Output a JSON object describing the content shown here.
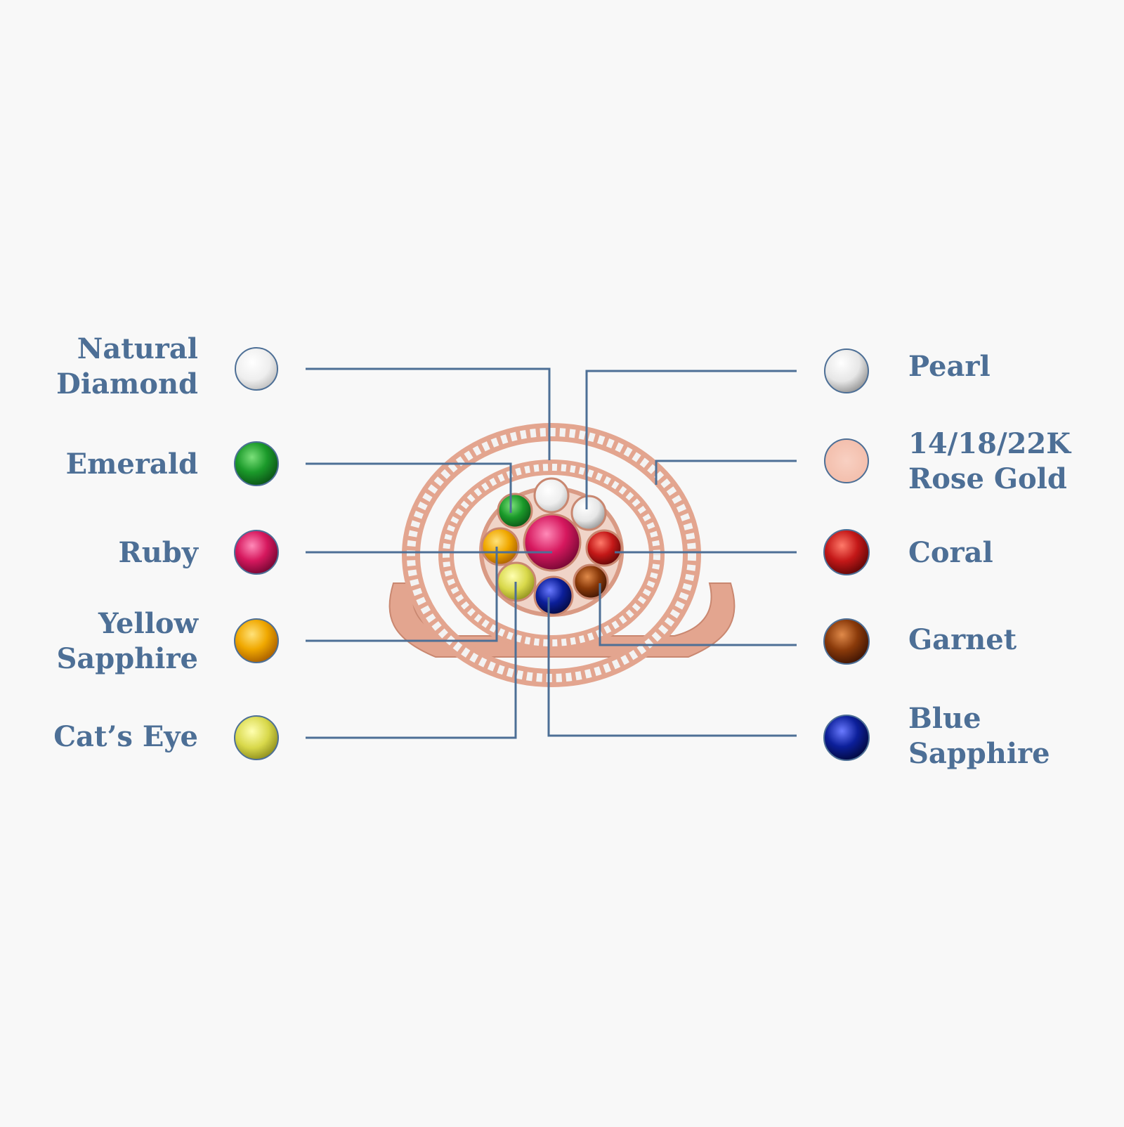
{
  "colors": {
    "label": "#4d6f96",
    "leader_line": "#4d6f96",
    "background": "#f8f8f8",
    "rose_gold": "#f5c4b4",
    "rose_gold_metal": "#e3a58f"
  },
  "left_labels": [
    {
      "id": "natural-diamond",
      "lines": [
        "Natural",
        "Diamond"
      ],
      "swatch_color": "#f2f2f2"
    },
    {
      "id": "emerald",
      "lines": [
        "Emerald"
      ],
      "swatch_color": "#1b9a2a"
    },
    {
      "id": "ruby",
      "lines": [
        "Ruby"
      ],
      "swatch_color": "#d6185e"
    },
    {
      "id": "yellow-sapphire",
      "lines": [
        "Yellow",
        "Sapphire"
      ],
      "swatch_color": "#f0a800"
    },
    {
      "id": "cats-eye",
      "lines": [
        "Cat’s Eye"
      ],
      "swatch_color": "#d8d84a"
    }
  ],
  "right_labels": [
    {
      "id": "pearl",
      "lines": [
        "Pearl"
      ],
      "swatch_color": "#e6e6e6"
    },
    {
      "id": "rose-gold",
      "lines": [
        "14/18/22K",
        "Rose Gold"
      ],
      "swatch_color": "#f5c4b4"
    },
    {
      "id": "coral",
      "lines": [
        "Coral"
      ],
      "swatch_color": "#c41818"
    },
    {
      "id": "garnet",
      "lines": [
        "Garnet"
      ],
      "swatch_color": "#8a3a0a"
    },
    {
      "id": "blue-sapphire",
      "lines": [
        "Blue",
        "Sapphire"
      ],
      "swatch_color": "#0c1f9a"
    }
  ]
}
